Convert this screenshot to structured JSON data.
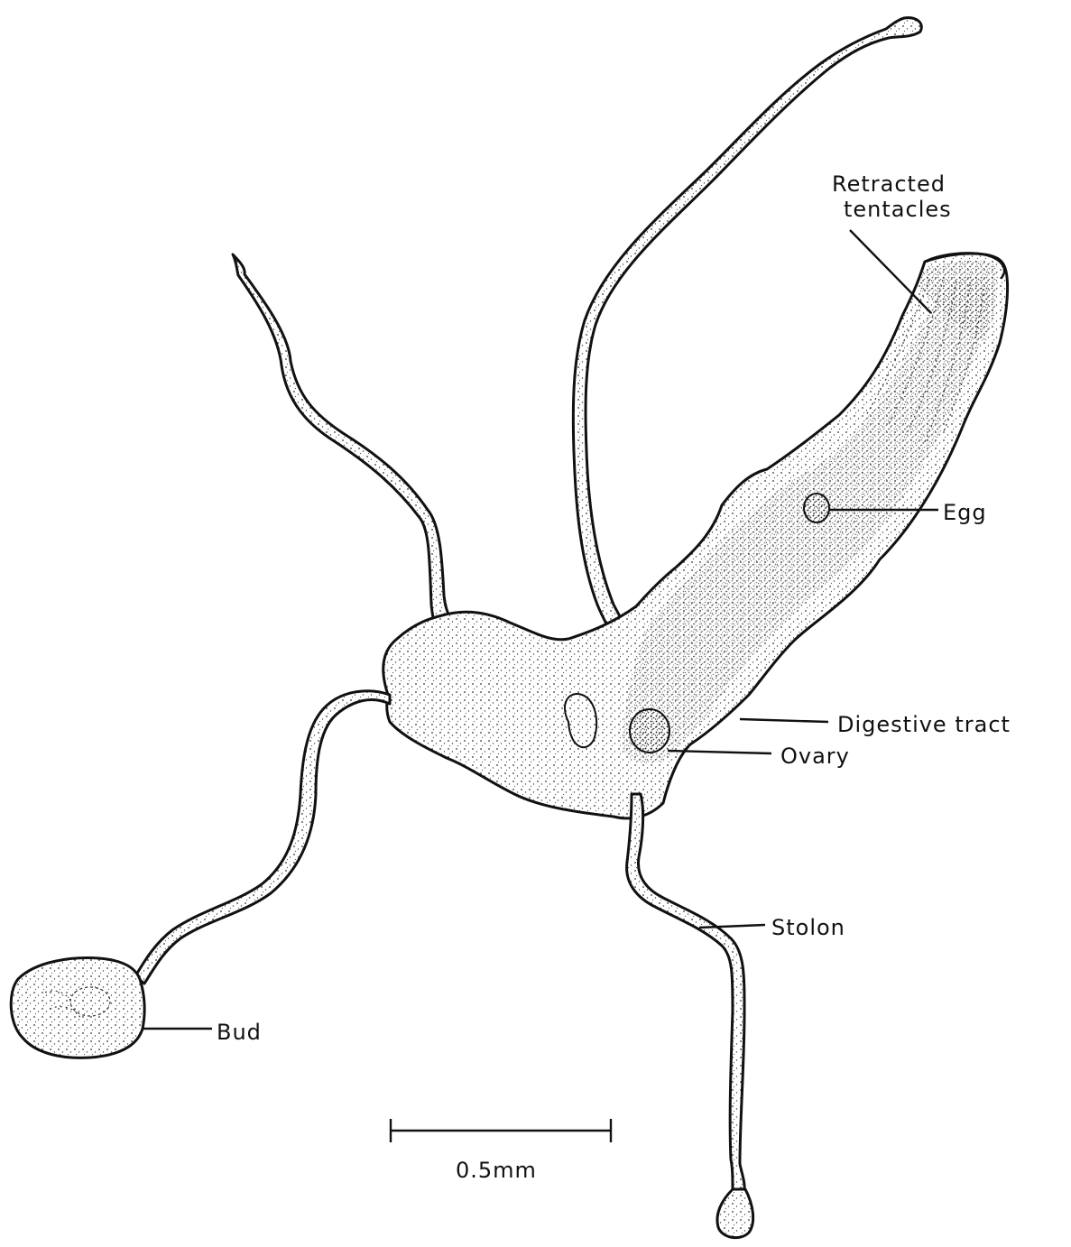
{
  "labels": {
    "retracted_tentacles_line1": "Retracted",
    "retracted_tentacles_line2": "tentacles",
    "egg": "Egg",
    "digestive_tract": "Digestive tract",
    "ovary": "Ovary",
    "stolon": "Stolon",
    "bud": "Bud"
  },
  "scale_bar": {
    "label": "0.5mm"
  },
  "colors": {
    "ink": "#111111",
    "paper": "#ffffff"
  }
}
